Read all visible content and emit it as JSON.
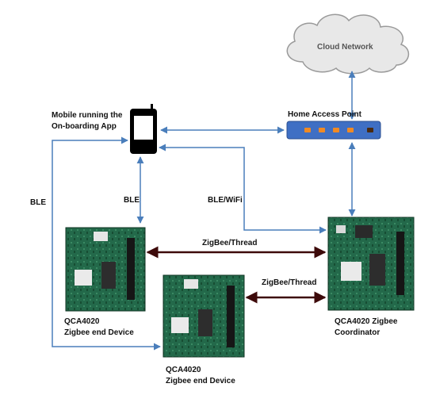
{
  "cloud": {
    "label": "Cloud Network"
  },
  "access_point": {
    "label": "Home Access Point"
  },
  "phone": {
    "label_line1": "Mobile running the",
    "label_line2": "On-boarding App"
  },
  "coordinator": {
    "label_line1": "QCA4020 Zigbee",
    "label_line2": "Coordinator"
  },
  "end_device_1": {
    "label_line1": "QCA4020",
    "label_line2": "Zigbee end Device"
  },
  "end_device_2": {
    "label_line1": "QCA4020",
    "label_line2": "Zigbee end Device"
  },
  "links": {
    "ble_left": "BLE",
    "ble_phone": "BLE",
    "ble_wifi": "BLE/WiFi",
    "zigbee_thread_1": "ZigBee/Thread",
    "zigbee_thread_2": "ZigBee/Thread"
  },
  "colors": {
    "wireless_arrow": "#4a7ebb",
    "zigbee_arrow": "#3d0a0a",
    "access_point": "#3f6fc4",
    "led": "#f08a24",
    "board": "#1f5e3c"
  }
}
